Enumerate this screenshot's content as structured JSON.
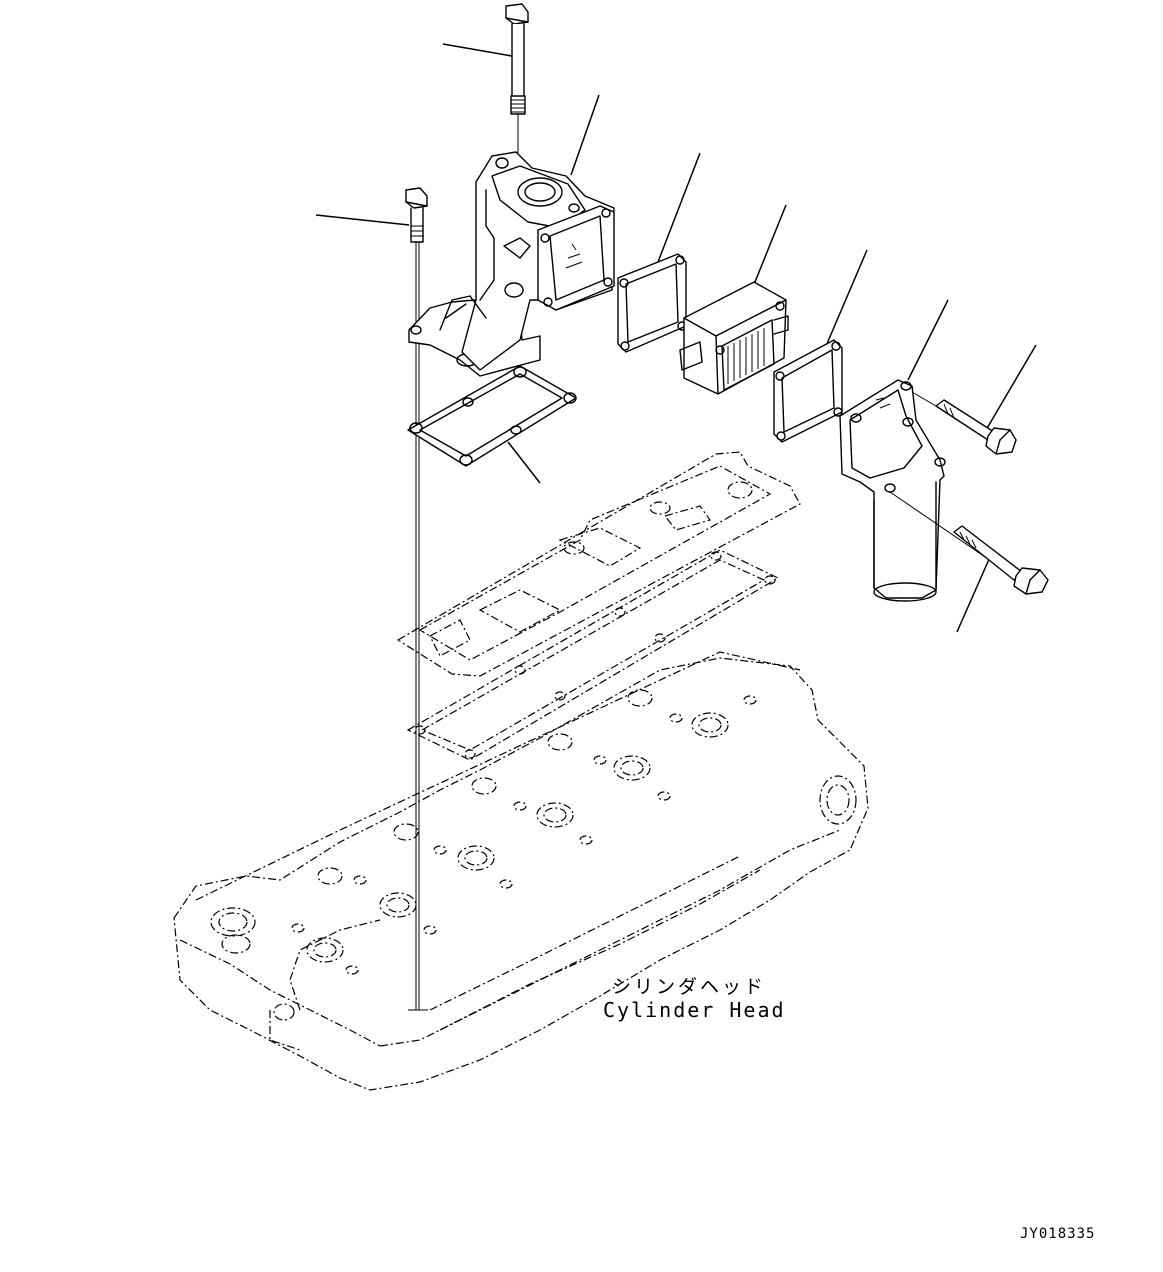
{
  "diagram": {
    "component_label_jp": "シリンダヘッド",
    "component_label_en": "Cylinder Head",
    "drawing_code": "JY018335"
  }
}
